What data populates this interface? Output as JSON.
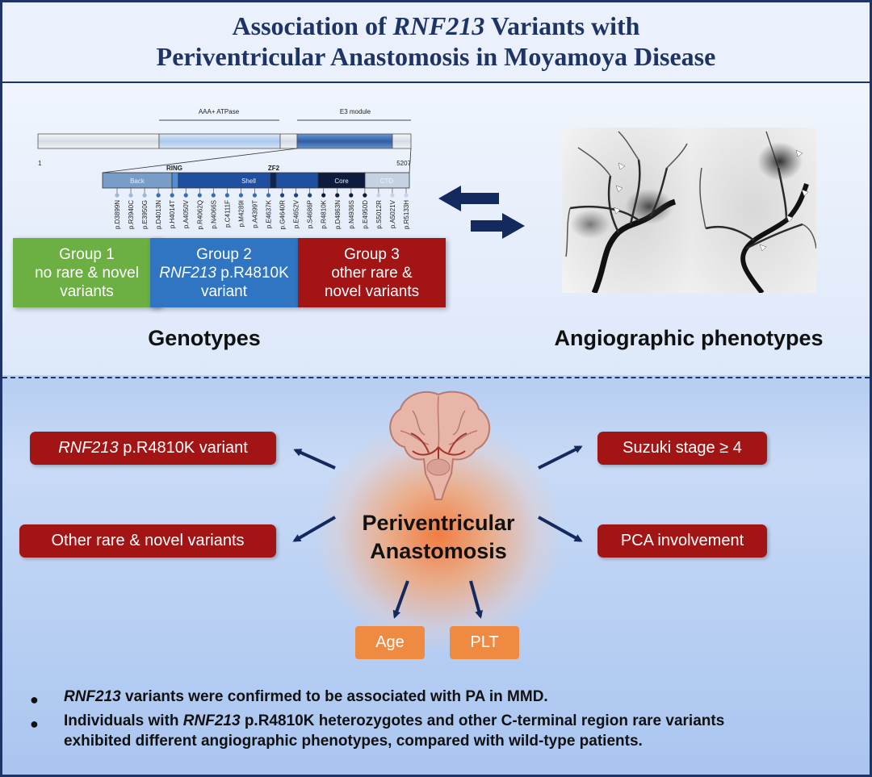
{
  "title": {
    "line1_pre": "Association of ",
    "line1_gene": "RNF213",
    "line1_post": " Variants with",
    "line2": "Periventricular Anastomosis in Moyamoya Disease"
  },
  "protein": {
    "domain_top_left": "AAA+ ATPase",
    "domain_top_right": "E3 module",
    "pos_start": "1",
    "pos_end": "5207",
    "label_ring": "RING",
    "label_zf2": "ZF2",
    "seg_back": "Back",
    "seg_shell": "Shell",
    "seg_core": "Core",
    "seg_ctd": "CTD",
    "variants": [
      "p.D3899N",
      "p.R3940C",
      "p.E3950G",
      "p.D4013N",
      "p.H4014T",
      "p.A4050V",
      "p.R4062Q",
      "p.N4066S",
      "p.C4111F",
      "p.M4289I",
      "p.A4399T",
      "p.E4637K",
      "p.G4640R",
      "p.E4652V",
      "p.S4686P",
      "p.R4810K",
      "p.D4863N",
      "p.N4936S",
      "p.E4950D",
      "p.S5012R",
      "p.A5021V",
      "p.R5133H"
    ],
    "variant_colors": [
      "#9fb8d8",
      "#9fb8d8",
      "#9fb8d8",
      "#3d6bb3",
      "#3d6bb3",
      "#3d6bb3",
      "#3d6bb3",
      "#3d6bb3",
      "#3d6bb3",
      "#3d6bb3",
      "#3d6bb3",
      "#3d6bb3",
      "#23417c",
      "#23417c",
      "#23417c",
      "#0f1c3d",
      "#0f1c3d",
      "#0f1c3d",
      "#0f1c3d",
      "#c8d4e6",
      "#c8d4e6",
      "#c8d4e6"
    ]
  },
  "groups": [
    {
      "line1": "Group 1",
      "line2": "no rare & novel",
      "line3": "variants",
      "color": "#6cb043"
    },
    {
      "line1": "Group 2",
      "line2_gene": "RNF213",
      "line2_rest": " p.R4810K",
      "line3": "variant",
      "color": "#2f75c2"
    },
    {
      "line1": "Group 3",
      "line2": "other rare &",
      "line3": "novel variants",
      "color": "#a31515"
    }
  ],
  "labels": {
    "genotypes": "Genotypes",
    "phenotypes": "Angiographic phenotypes"
  },
  "center": {
    "line1": "Periventricular",
    "line2": "Anastomosis"
  },
  "associations": {
    "top_left_gene": "RNF213",
    "top_left_rest": " p.R4810K variant",
    "mid_left": "Other rare & novel variants",
    "top_right": "Suzuki stage ≥ 4",
    "mid_right": "PCA involvement",
    "bottom_left": "Age",
    "bottom_right": "PLT"
  },
  "bullets": [
    {
      "gene": "RNF213",
      "rest": " variants were confirmed to be associated with PA in MMD."
    },
    {
      "pre": "Individuals with ",
      "gene": "RNF213",
      "rest": " p.R4810K heterozygotes and other C-terminal region rare variants",
      "line2": "exhibited different angiographic phenotypes, compared with wild-type patients."
    }
  ],
  "colors": {
    "navy": "#1f3466",
    "dark_red": "#a31515",
    "orange": "#ef8a43",
    "arrow": "#14295e"
  }
}
